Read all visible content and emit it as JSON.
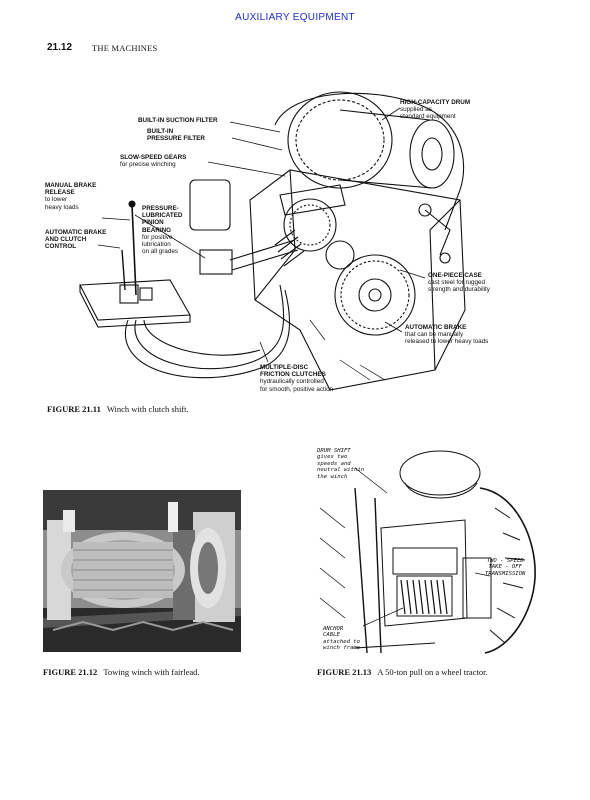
{
  "header": {
    "running_head": "AUXILIARY EQUIPMENT",
    "page_number": "21.12",
    "section_title": "THE MACHINES"
  },
  "figure_21_11": {
    "caption_number": "FIGURE 21.11",
    "caption_text": "Winch with clutch shift.",
    "callouts": {
      "drum": {
        "title": "HIGH-CAPACITY DRUM",
        "lines": [
          "supplied as",
          "standard equipment"
        ]
      },
      "suction": {
        "title": "BUILT-IN SUCTION FILTER",
        "lines": []
      },
      "pressure": {
        "title_lines": [
          "BUILT-IN",
          "PRESSURE FILTER"
        ]
      },
      "gears": {
        "title": "SLOW-SPEED GEARS",
        "lines": [
          "for precise winching"
        ]
      },
      "manual_brake": {
        "title_lines": [
          "MANUAL BRAKE",
          "RELEASE"
        ],
        "lines": [
          "to lower",
          "heavy loads"
        ]
      },
      "pinion": {
        "title_lines": [
          "PRESSURE-",
          "LUBRICATED",
          "PINION",
          "BEARING"
        ],
        "lines": [
          "for positive",
          "lubrication",
          "on all grades"
        ]
      },
      "auto_brake_clutch": {
        "title_lines": [
          "AUTOMATIC BRAKE",
          "AND CLUTCH",
          "CONTROL"
        ]
      },
      "case": {
        "title": "ONE-PIECE CASE",
        "lines": [
          "cast steel for rugged",
          "strength and durability"
        ]
      },
      "auto_brake": {
        "title": "AUTOMATIC BRAKE",
        "lines": [
          "that can be manually",
          "released to lower heavy loads"
        ]
      },
      "clutches": {
        "title_lines": [
          "MULTIPLE-DISC",
          "FRICTION CLUTCHES"
        ],
        "lines": [
          "hydraulically controlled",
          "for smooth, positive action"
        ]
      }
    }
  },
  "figure_21_12": {
    "caption_number": "FIGURE 21.12",
    "caption_text": "Towing winch with fairlead."
  },
  "figure_21_13": {
    "caption_number": "FIGURE 21.13",
    "caption_text": "A 50-ton pull on a wheel tractor.",
    "callouts": {
      "drum_shift": [
        "DRUM SHIFT",
        "gives two",
        "speeds and",
        "neutral within",
        "the winch"
      ],
      "two_speed": [
        "TWO - SPEED",
        "TAKE - OFF",
        "TRANSMISSION"
      ],
      "anchor": [
        "ANCHOR",
        "CABLE",
        "attached to",
        "winch frame"
      ]
    }
  }
}
